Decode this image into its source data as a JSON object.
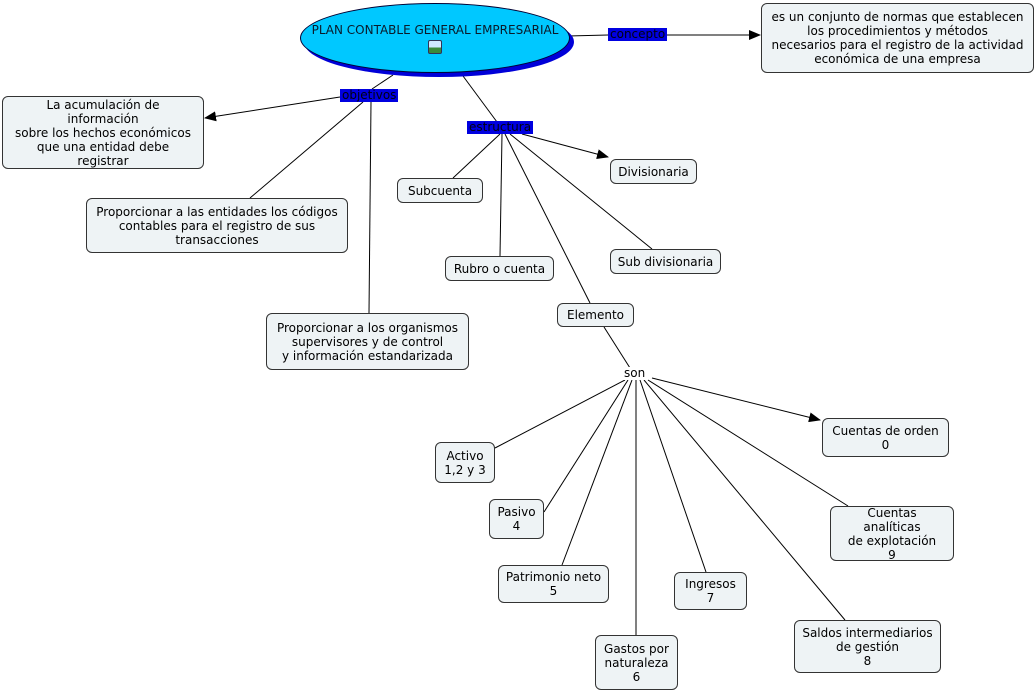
{
  "main_concept": {
    "title": "PLAN CONTABLE GENERAL EMPRESARIAL",
    "icon": "image-icon"
  },
  "link_labels": {
    "concepto": "concepto",
    "objetivos": "objetivos",
    "estructura": "estructura",
    "son": "son"
  },
  "concepto_node": "es un conjunto de normas que establecen\nlos procedimientos y métodos\nnecesarios para el registro de la actividad\neconómica de una empresa",
  "objetivos": [
    "La acumulación de información\nsobre los hechos económicos\nque una entidad debe\nregistrar",
    "Proporcionar a las entidades los códigos\ncontables para el registro de sus\ntransacciones",
    "Proporcionar a los organismos\nsupervisores y de control\ny información estandarizada"
  ],
  "estructura": [
    "Subcuenta",
    "Divisionaria",
    "Rubro o cuenta",
    "Sub divisionaria",
    "Elemento"
  ],
  "elementos": [
    "Activo\n1,2 y 3",
    "Pasivo\n4",
    "Patrimonio neto\n5",
    "Gastos por\nnaturaleza\n6",
    "Ingresos\n7",
    "Saldos intermediarios\nde gestión\n8",
    "Cuentas analíticas\nde explotación\n9",
    "Cuentas de orden\n0"
  ],
  "colors": {
    "main_fill": "#00c8ff",
    "link_label": "#0000e0",
    "node_fill": "#eef3f5"
  }
}
